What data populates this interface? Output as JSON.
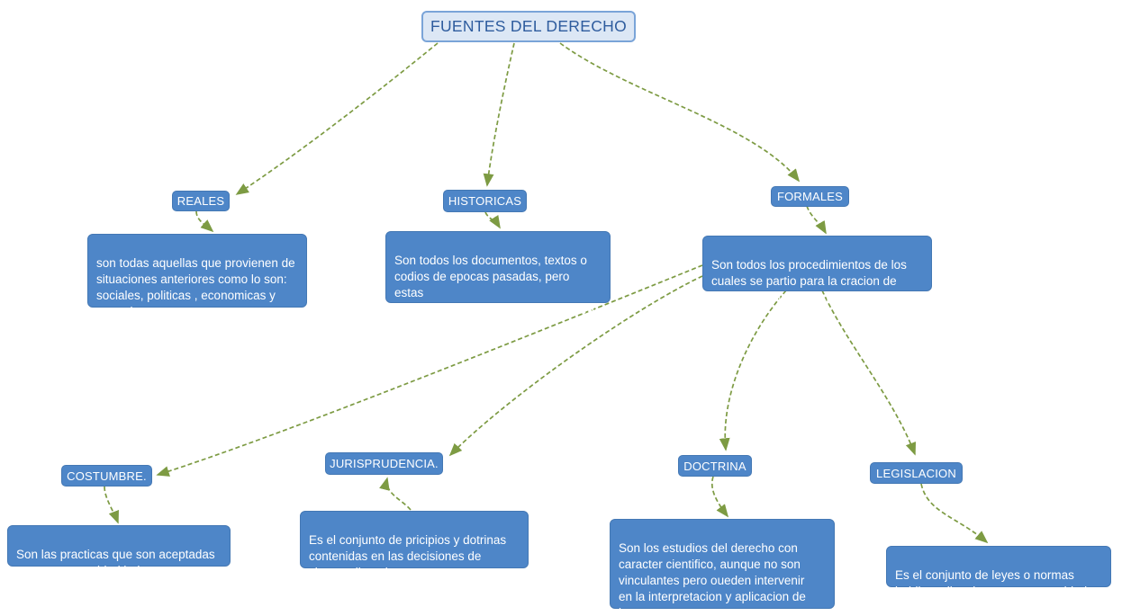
{
  "diagram": {
    "title": "FUENTES DEL DERECHO",
    "colors": {
      "node_fill": "#4e86c8",
      "node_text": "#ffffff",
      "title_fill": "#dce7f5",
      "title_border": "#7aa4d8",
      "title_text": "#2e5c9e",
      "arrow": "#7d9b43"
    }
  },
  "nodes": [
    {
      "id": "reales",
      "label": "REALES",
      "description": "son todas aquellas que provienen de\nsituaciones anteriores como lo son:\nsociales, politicas , economicas y\ncuturales ."
    },
    {
      "id": "historicas",
      "label": "HISTORICAS",
      "description": "Son todos los documentos, textos o\ncodios de epocas pasadas, pero estas\npueden servir como base cental para\nel derecho actual."
    },
    {
      "id": "formales",
      "label": "FORMALES",
      "description": "Son todos los procedimientos de los\ncuales se partio para la cracion de\nnormas juridicas yson las siguientes:"
    },
    {
      "id": "costumbre",
      "label": "COSTUMBRE.",
      "description": "Son las practicas que son aceptadas\npor una comunidad indegena."
    },
    {
      "id": "jurisprudencia",
      "label": "JURISPRUDENCIA.",
      "description": "Es el conjunto de pricipios y dotrinas\ncontenidas en las decisiones de\nciertos tribunales."
    },
    {
      "id": "doctrina",
      "label": "DOCTRINA",
      "description": "Son los estudios del derecho con\ncaracter cientifico, aunque no son\nvinculantes  pero oueden intervenir\nen la interpretacion y aplicacion de\nleyes."
    },
    {
      "id": "legislacion",
      "label": "LEGISLACION",
      "description": "Es el conjunto de leyes o normas\njuridicas dictadas  por una autoridad."
    }
  ],
  "edges": [
    {
      "from": "FUENTES DEL DERECHO",
      "to": "REALES"
    },
    {
      "from": "FUENTES DEL DERECHO",
      "to": "HISTORICAS"
    },
    {
      "from": "FUENTES DEL DERECHO",
      "to": "FORMALES"
    },
    {
      "from": "REALES",
      "to": "reales-description"
    },
    {
      "from": "HISTORICAS",
      "to": "historicas-description"
    },
    {
      "from": "FORMALES",
      "to": "formales-description"
    },
    {
      "from": "formales-description",
      "to": "COSTUMBRE."
    },
    {
      "from": "formales-description",
      "to": "JURISPRUDENCIA."
    },
    {
      "from": "formales-description",
      "to": "DOCTRINA"
    },
    {
      "from": "formales-description",
      "to": "LEGISLACION"
    },
    {
      "from": "COSTUMBRE.",
      "to": "costumbre-description"
    },
    {
      "from": "jurisprudencia-description",
      "to": "JURISPRUDENCIA."
    },
    {
      "from": "DOCTRINA",
      "to": "doctrina-description"
    },
    {
      "from": "LEGISLACION",
      "to": "legislacion-description"
    }
  ]
}
